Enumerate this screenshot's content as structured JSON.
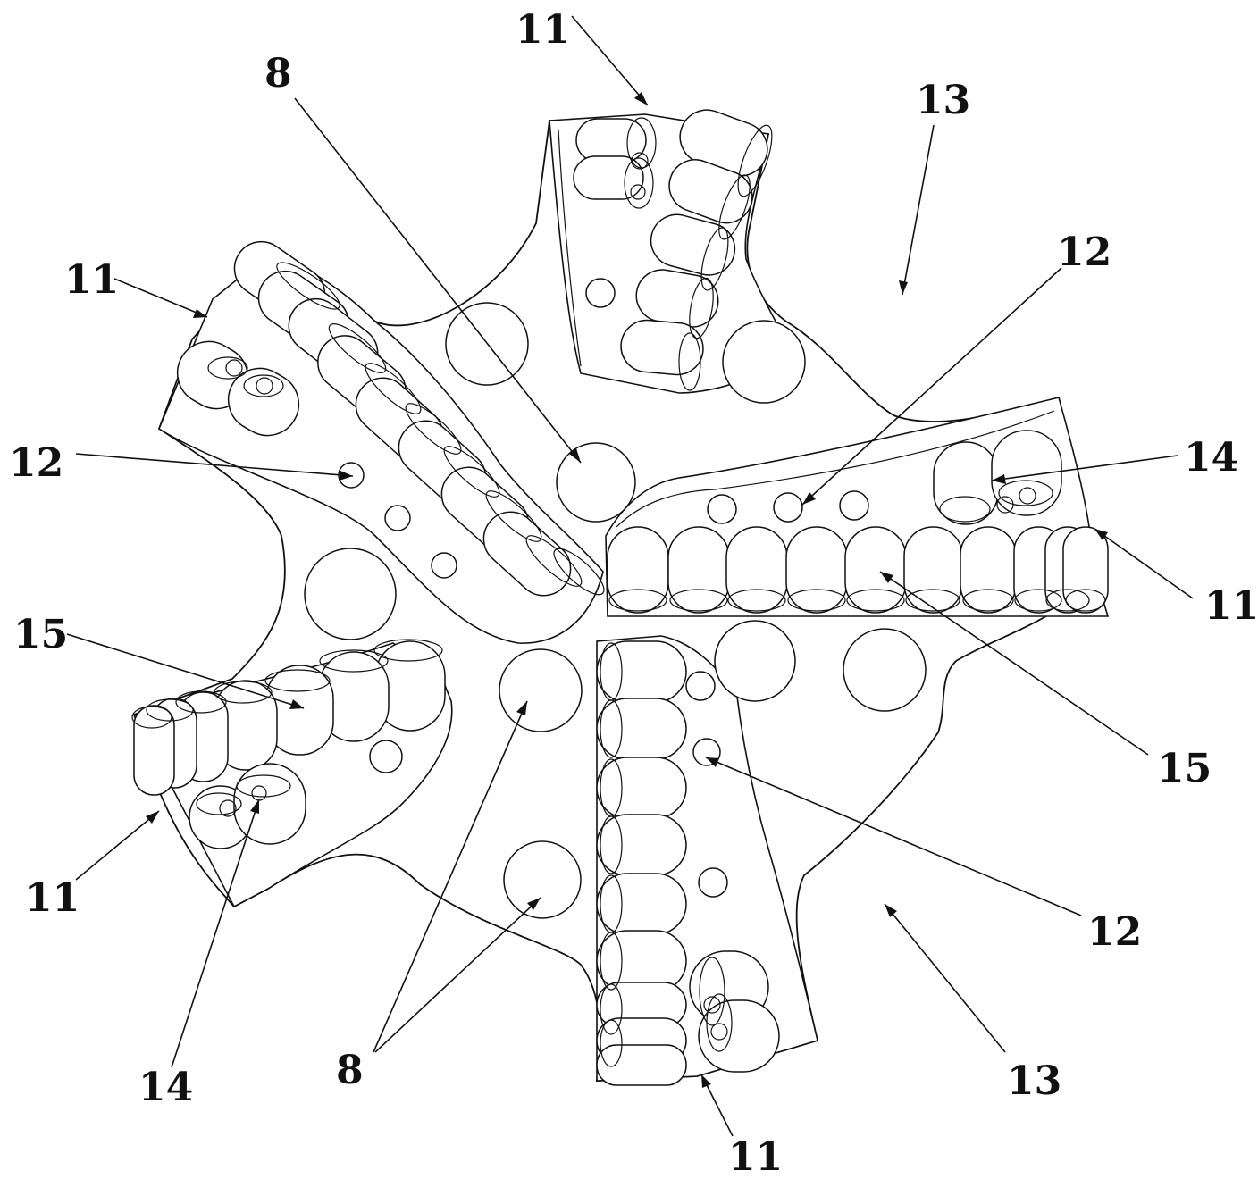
{
  "figure": {
    "callouts": [
      {
        "id": "c11a",
        "text": "11"
      },
      {
        "id": "c11b",
        "text": "11"
      },
      {
        "id": "c11c",
        "text": "11"
      },
      {
        "id": "c11d",
        "text": "11"
      },
      {
        "id": "c11e",
        "text": "11"
      },
      {
        "id": "c8a",
        "text": "8"
      },
      {
        "id": "c8b",
        "text": "8"
      },
      {
        "id": "c13a",
        "text": "13"
      },
      {
        "id": "c13b",
        "text": "13"
      },
      {
        "id": "c12a",
        "text": "12"
      },
      {
        "id": "c12b",
        "text": "12"
      },
      {
        "id": "c12c",
        "text": "12"
      },
      {
        "id": "c14a",
        "text": "14"
      },
      {
        "id": "c14b",
        "text": "14"
      },
      {
        "id": "c15a",
        "text": "15"
      },
      {
        "id": "c15b",
        "text": "15"
      }
    ]
  }
}
